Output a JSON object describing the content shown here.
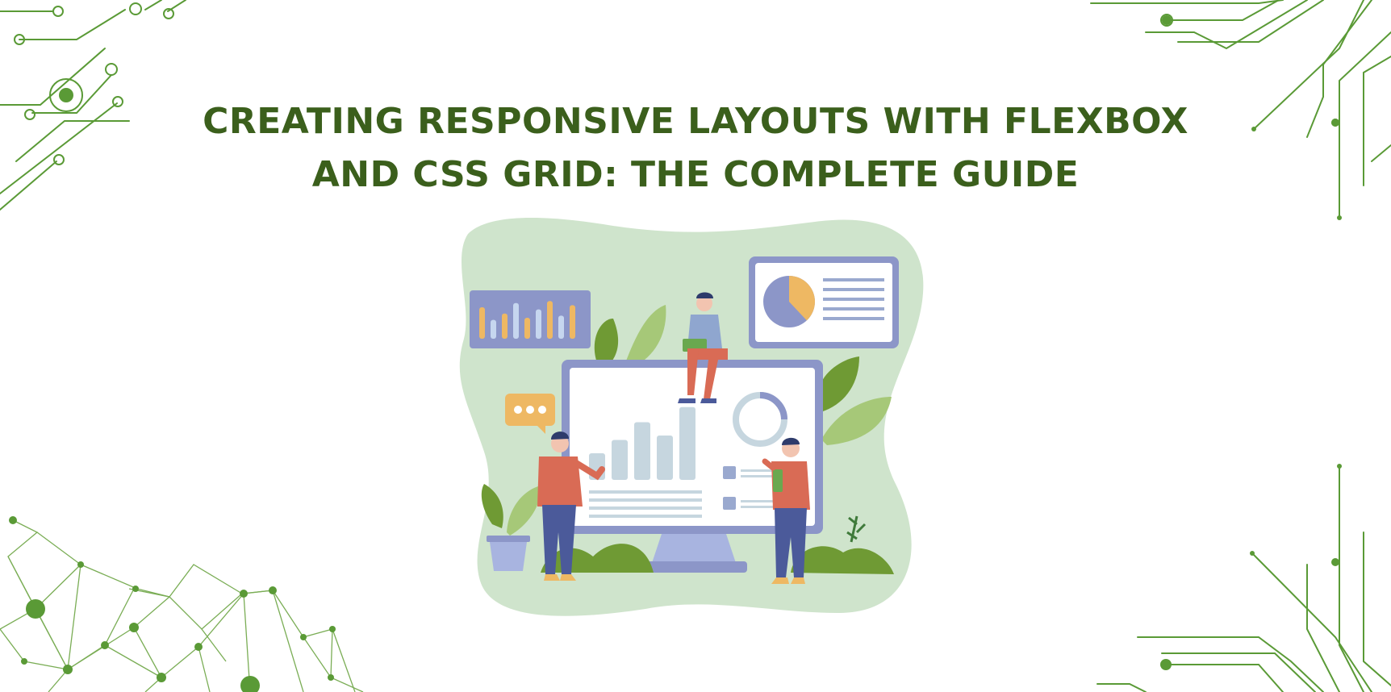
{
  "headline": {
    "line1": "CREATING RESPONSIVE LAYOUTS WITH FLEXBOX",
    "line2": "AND CSS GRID: THE COMPLETE GUIDE"
  },
  "colors": {
    "title": "#3b5f1c",
    "circuit": "#5a9a36",
    "blob": "#cfe4cc",
    "panel": "#8c96c8",
    "accent_orange": "#eeb863",
    "shirt": "#d96b55",
    "pants": "#4b5a9a",
    "leaf_dark": "#6f9a34",
    "leaf_light": "#a6c878"
  },
  "illustration": {
    "bar_chart_levels": [
      0.75,
      0.45,
      0.6,
      0.85,
      0.5,
      0.7,
      0.9,
      0.55,
      0.8
    ],
    "monitor_bar_levels": [
      0.3,
      0.45,
      0.65,
      0.5,
      0.82
    ],
    "pie_share": 0.38,
    "icons": [
      "chat-bubble-icon",
      "pie-chart-icon",
      "bar-chart-icon",
      "donut-chart-icon",
      "plant-pot-icon"
    ]
  }
}
